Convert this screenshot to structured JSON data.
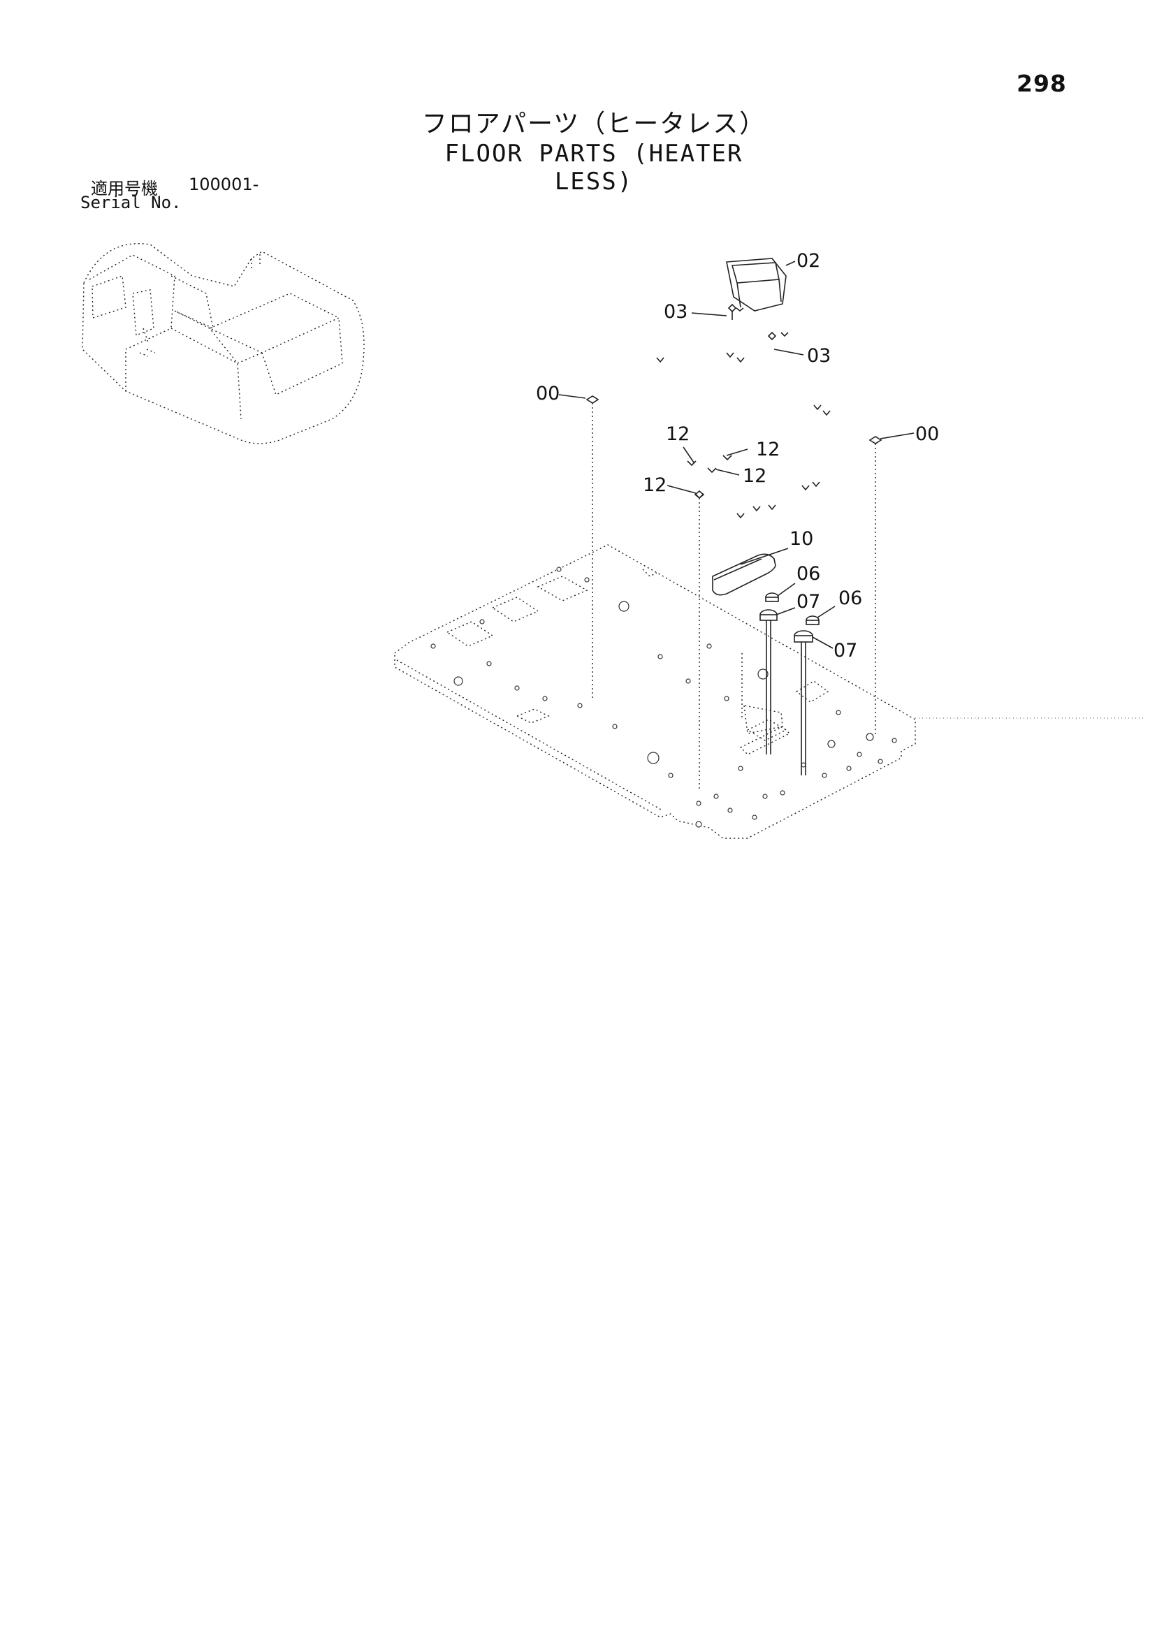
{
  "page": {
    "number": "298",
    "title_jp": "フロアパーツ（ヒータレス）",
    "title_en": "FLOOR PARTS (HEATER LESS)"
  },
  "serial": {
    "label_jp": "適用号機",
    "label_en": "Serial No.",
    "value": "100001-"
  },
  "callouts": [
    {
      "id": "c02",
      "label": "02"
    },
    {
      "id": "c03a",
      "label": "03"
    },
    {
      "id": "c03b",
      "label": "03"
    },
    {
      "id": "c00a",
      "label": "00"
    },
    {
      "id": "c00b",
      "label": "00"
    },
    {
      "id": "c12a",
      "label": "12"
    },
    {
      "id": "c12b",
      "label": "12"
    },
    {
      "id": "c12c",
      "label": "12"
    },
    {
      "id": "c12d",
      "label": "12"
    },
    {
      "id": "c10",
      "label": "10"
    },
    {
      "id": "c06a",
      "label": "06"
    },
    {
      "id": "c07a",
      "label": "07"
    },
    {
      "id": "c06b",
      "label": "06"
    },
    {
      "id": "c07b",
      "label": "07"
    }
  ]
}
